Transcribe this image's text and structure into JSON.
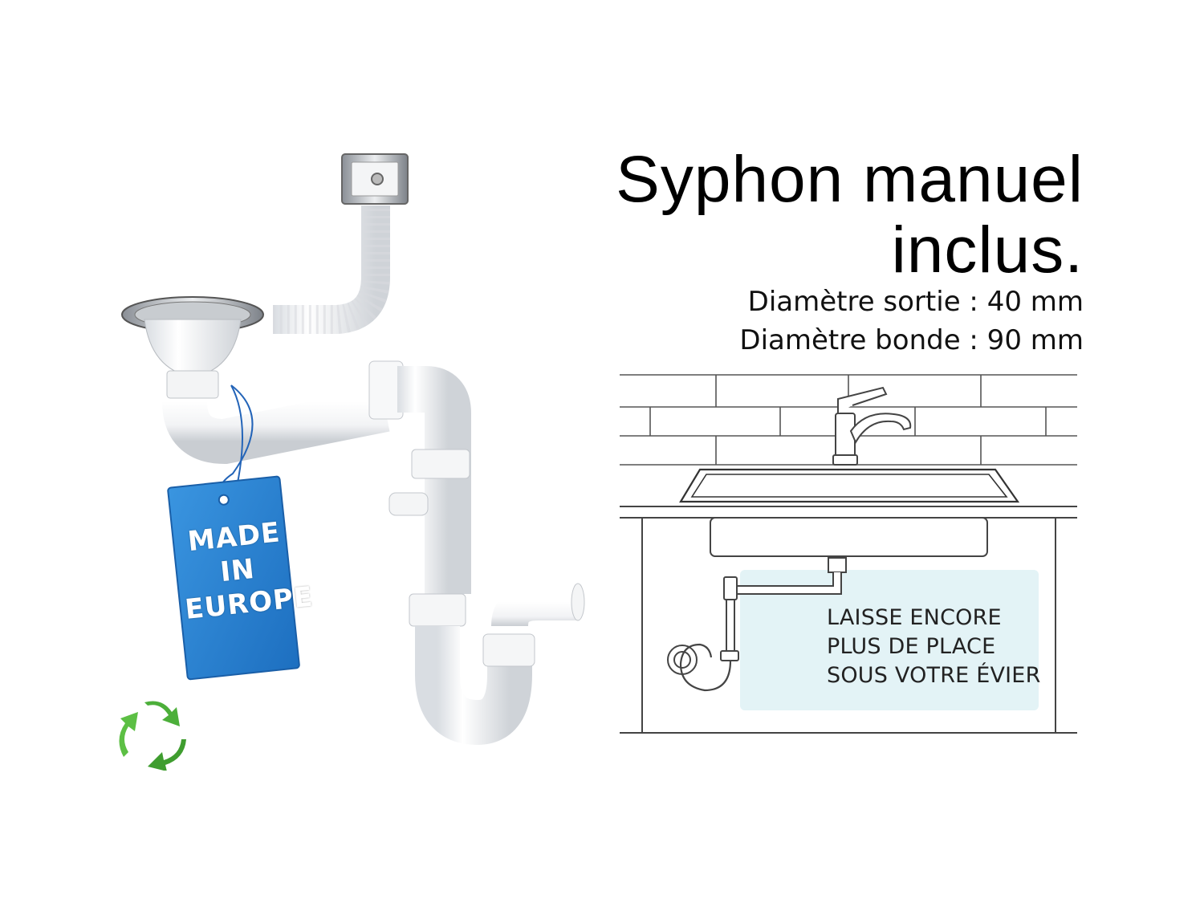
{
  "title": {
    "line1": "Syphon manuel",
    "line2": "inclus."
  },
  "specs": {
    "outlet": "Diamètre sortie : 40 mm",
    "drain": "Diamètre bonde : 90 mm"
  },
  "tag": {
    "line1": "MADE",
    "line2": "IN",
    "line3": "EUROPE",
    "color": "#2a86d6"
  },
  "callout": {
    "line1": "LAISSE ENCORE",
    "line2": "PLUS DE PLACE",
    "line3": "SOUS VOTRE ÉVIER",
    "bg_color": "#e3f3f6"
  },
  "icons": {
    "recycle": "recycle-icon",
    "faucet": "faucet-icon"
  }
}
